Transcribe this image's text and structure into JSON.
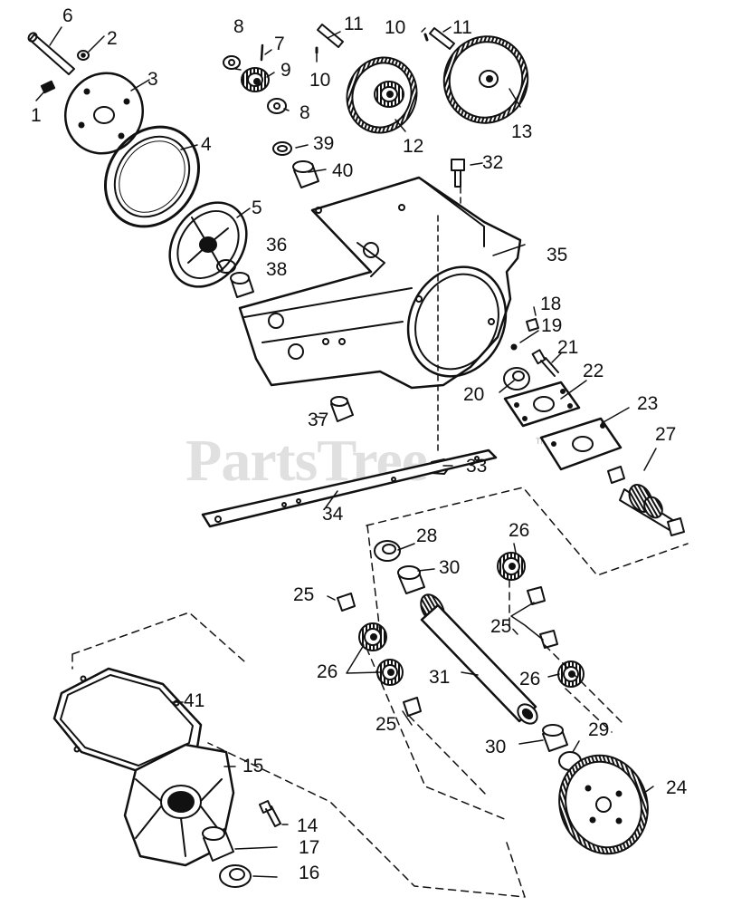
{
  "watermark": {
    "text": "PartsTree",
    "trademark": "TM"
  },
  "callouts": [
    {
      "id": "c1",
      "label": "1"
    },
    {
      "id": "c2",
      "label": "2"
    },
    {
      "id": "c3",
      "label": "3"
    },
    {
      "id": "c4",
      "label": "4"
    },
    {
      "id": "c5",
      "label": "5"
    },
    {
      "id": "c6",
      "label": "6"
    },
    {
      "id": "c7",
      "label": "7"
    },
    {
      "id": "c8a",
      "label": "8"
    },
    {
      "id": "c8b",
      "label": "8"
    },
    {
      "id": "c9",
      "label": "9"
    },
    {
      "id": "c10a",
      "label": "10"
    },
    {
      "id": "c10b",
      "label": "10"
    },
    {
      "id": "c11a",
      "label": "11"
    },
    {
      "id": "c11b",
      "label": "11"
    },
    {
      "id": "c12",
      "label": "12"
    },
    {
      "id": "c13",
      "label": "13"
    },
    {
      "id": "c14",
      "label": "14"
    },
    {
      "id": "c15",
      "label": "15"
    },
    {
      "id": "c16",
      "label": "16"
    },
    {
      "id": "c17",
      "label": "17"
    },
    {
      "id": "c18",
      "label": "18"
    },
    {
      "id": "c19",
      "label": "19"
    },
    {
      "id": "c20",
      "label": "20"
    },
    {
      "id": "c21",
      "label": "21"
    },
    {
      "id": "c22",
      "label": "22"
    },
    {
      "id": "c23",
      "label": "23"
    },
    {
      "id": "c24",
      "label": "24"
    },
    {
      "id": "c25a",
      "label": "25"
    },
    {
      "id": "c25b",
      "label": "25"
    },
    {
      "id": "c25c",
      "label": "25"
    },
    {
      "id": "c26a",
      "label": "26"
    },
    {
      "id": "c26b",
      "label": "26"
    },
    {
      "id": "c26c",
      "label": "26"
    },
    {
      "id": "c27",
      "label": "27"
    },
    {
      "id": "c28",
      "label": "28"
    },
    {
      "id": "c29",
      "label": "29"
    },
    {
      "id": "c30a",
      "label": "30"
    },
    {
      "id": "c30b",
      "label": "30"
    },
    {
      "id": "c31",
      "label": "31"
    },
    {
      "id": "c32",
      "label": "32"
    },
    {
      "id": "c33",
      "label": "33"
    },
    {
      "id": "c34",
      "label": "34"
    },
    {
      "id": "c35",
      "label": "35"
    },
    {
      "id": "c36",
      "label": "36"
    },
    {
      "id": "c37",
      "label": "37"
    },
    {
      "id": "c38",
      "label": "38"
    },
    {
      "id": "c39",
      "label": "39"
    },
    {
      "id": "c40",
      "label": "40"
    },
    {
      "id": "c41",
      "label": "41"
    }
  ]
}
